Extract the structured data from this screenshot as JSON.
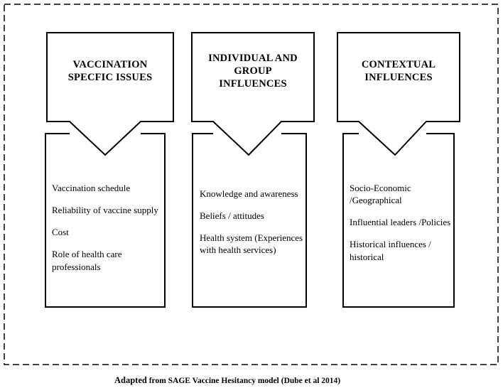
{
  "columns": [
    {
      "heading": [
        "VACCINATION",
        "SPECFIC ISSUES"
      ],
      "items": [
        "Vaccination schedule",
        "Reliability  of vaccine supply",
        "Cost",
        "Role of health care professionals"
      ]
    },
    {
      "heading": [
        "INDIVIDUAL AND",
        "GROUP",
        "INFLUENCES"
      ],
      "items": [
        "Knowledge and awareness",
        "Beliefs  /  attitudes",
        "Health system (Experiences with health services)"
      ]
    },
    {
      "heading": [
        "CONTEXTUAL",
        "INFLUENCES"
      ],
      "items": [
        "Socio-Economic /Geographical",
        "Influential leaders /Policies",
        " Historical influences / historical"
      ]
    }
  ],
  "caption": {
    "lead": "Adapted",
    "rest": " from SAGE Vaccine Hesitancy model  (Dube et al 2014)"
  }
}
